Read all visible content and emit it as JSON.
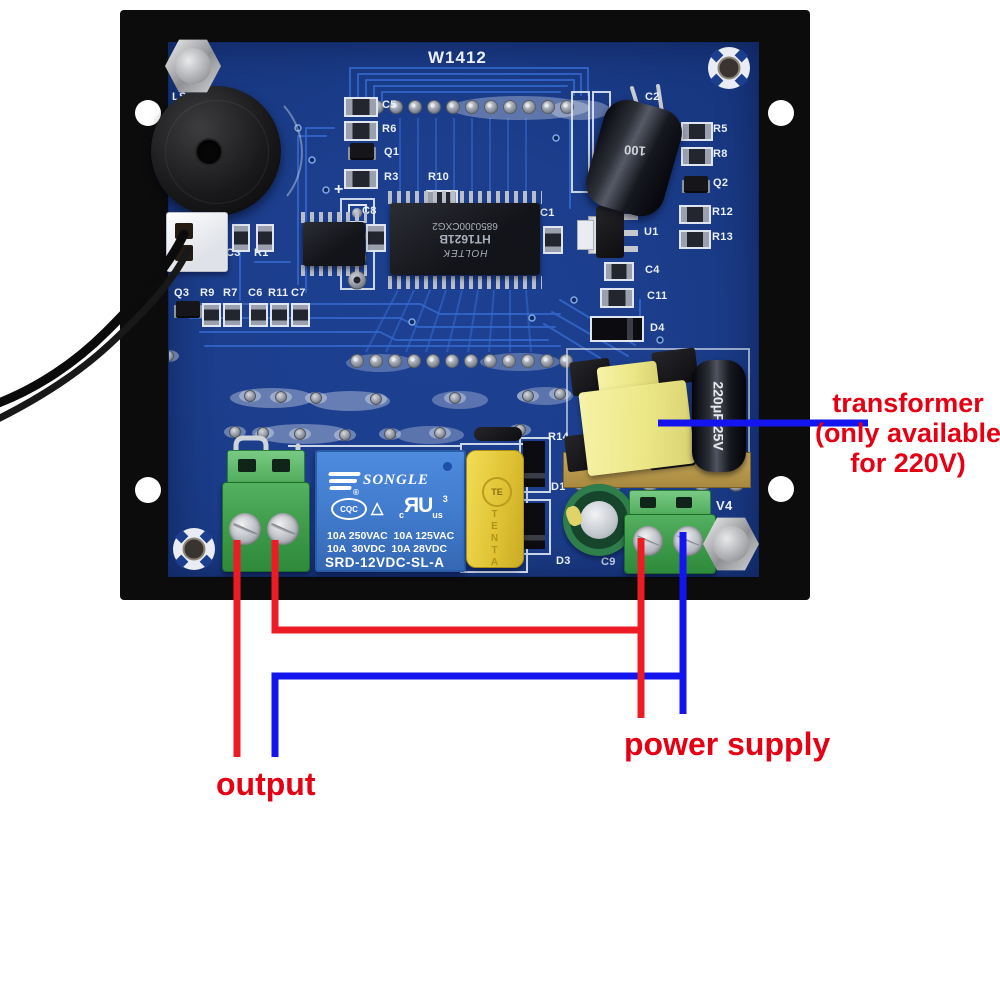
{
  "product": {
    "model_silkscreen": "W1412"
  },
  "annotations": {
    "transformer_callout": {
      "line1": "transformer",
      "line2": "(only available",
      "line3": "for 220V)"
    },
    "output": "output",
    "power_supply": "power supply"
  },
  "pcb_silkscreen": {
    "model": "W1412",
    "ls1": "LS1",
    "c5": "C5",
    "r6": "R6",
    "q1": "Q1",
    "r3": "R3",
    "plus": "+",
    "c3": "C3",
    "r1": "R1",
    "q3": "Q3",
    "r9": "R9",
    "r7": "R7",
    "c6": "C6",
    "r11": "R11",
    "c7": "C7",
    "r10": "R10",
    "c8": "C8",
    "c1": "C1",
    "c2": "C2",
    "r5": "R5",
    "r8": "R8",
    "q2": "Q2",
    "r12": "R12",
    "r13": "R13",
    "u1": "U1",
    "c4": "C4",
    "c11": "C11",
    "d4": "D4",
    "r14": "R14",
    "d1": "D1",
    "d3": "D3",
    "c9": "C9",
    "v4": "V4"
  },
  "ic": {
    "brand": "HOLTEK",
    "part": "HT1621B",
    "lot": "6850J00CXG2"
  },
  "relay": {
    "brand": "SONGLE",
    "registered": "®",
    "cqc": "CQC",
    "triangle": "△",
    "ul_prefix": "c",
    "ul_mark": "ЯU",
    "ul_suffix": "us",
    "ul_number": "3",
    "rating_line1": "10A 250VAC  10A 125VAC",
    "rating_line2": "10A  30VDC  10A 28VDC",
    "model": "SRD-12VDC-SL-A"
  },
  "fuse": {
    "logo": "TE",
    "brand": "TENTA"
  },
  "capacitors": {
    "c2_marking": "100",
    "bulk_marking": "220μF 25V"
  },
  "colors": {
    "frame_black": "#0c0c0c",
    "pcb_blue": "#1c3e8c",
    "trace_blue": "#3468cc",
    "silkscreen_white": "#e9eef8",
    "relay_blue": "#4080d0",
    "terminal_green": "#43a24f",
    "fuse_yellow": "#e8cd42",
    "transformer_yellow": "#efec9a",
    "wire_red": "#ed1c24",
    "wire_blue": "#1414ee",
    "annotation_red": "#e60014"
  }
}
